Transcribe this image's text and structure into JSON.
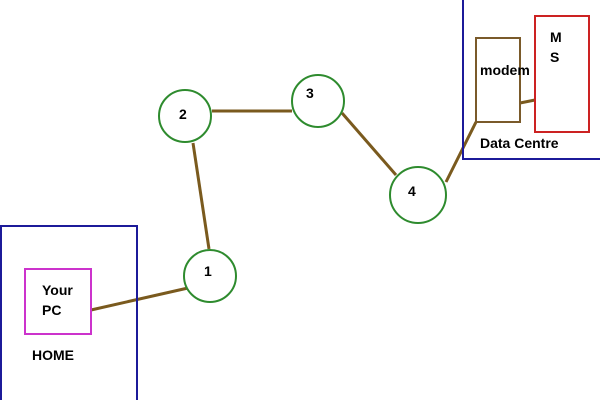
{
  "regions": {
    "home": {
      "label": "HOME",
      "color": "#1c1a99"
    },
    "data_centre": {
      "label": "Data Centre",
      "color": "#1c1a99"
    }
  },
  "devices": {
    "pc": {
      "label_line1": "Your",
      "label_line2": "PC",
      "color": "#cc33cc"
    },
    "modem": {
      "label": "modem",
      "color": "#7a5a2a"
    },
    "ms": {
      "label_line1": "M",
      "label_line2": "S",
      "color": "#cc2222"
    }
  },
  "nodes": [
    {
      "label": "1"
    },
    {
      "label": "2"
    },
    {
      "label": "3"
    },
    {
      "label": "4"
    }
  ],
  "colors": {
    "node_stroke": "#2e8b2e",
    "link": "#7a5a1e"
  }
}
